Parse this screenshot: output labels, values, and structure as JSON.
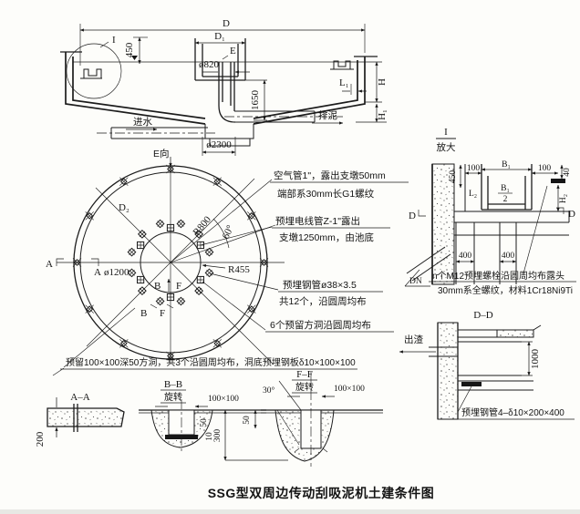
{
  "title": "SSG型双周边传动刮吸泥机土建条件图",
  "section_view": {
    "dim_d": "D",
    "dim_d1": "D₁",
    "label_e": "E",
    "detail_mark": "I",
    "dim_450": "450",
    "dim_820": "ø820",
    "dim_1650": "1650",
    "dim_l1": "L₁",
    "dim_h": "H",
    "dim_h1": "H₁",
    "inlet": "进水",
    "sludge_out": "排泥",
    "dim_2300": "ø2300",
    "view_e": "E向"
  },
  "plan_view": {
    "dim_d2": "D₂",
    "dim_r800": "R800",
    "angle_60": "60°",
    "mark_a_left": "A",
    "mark_a_right": "A",
    "dim_1200": "ø1200",
    "dim_r455": "R455",
    "mark_b_upper": "B",
    "mark_f_upper": "F",
    "mark_b_lower": "B",
    "mark_f_lower": "F"
  },
  "notes": {
    "air_pipe_line1": "空气管1\"，露出支墩50mm",
    "air_pipe_line2": "端部系30mm长G1螺纹",
    "conduit_line1": "预埋电线管Z-1\"露出",
    "conduit_line2": "支墩1250mm，由池底",
    "steel_pipe_line1": "预埋钢管ø38×3.5",
    "steel_pipe_line2": "共12个，沿圆周均布",
    "square_holes": "6个预留方洞沿圆周均布",
    "reserved_holes": "预留100×100深50方洞，共3个沿圆周均布，洞底预埋钢板δ10×100×100"
  },
  "detail_i": {
    "heading_top": "I",
    "heading_bottom": "放大",
    "dim_450": "450",
    "dim_100_left": "100",
    "dim_b1": "B₁",
    "dim_100_right": "100",
    "dim_40": "40",
    "frac_b1": "B₁",
    "frac_2": "2",
    "dim_l2": "L₂",
    "dim_h2": "H₂",
    "mark_d_left": "D",
    "mark_d_right": "D",
    "dim_400_left": "400",
    "dim_400_right": "400",
    "dn_label": "DN",
    "bolt_note_line1": "n个M12预埋螺栓沿圆周均布露头",
    "bolt_note_line2": "30mm系全螺纹，材料1Cr18Ni9Ti"
  },
  "dd_section": {
    "heading": "D–D",
    "outlet": "出渣",
    "dim_1000": "1000",
    "note": "预埋钢管4–δ10×200×400"
  },
  "aa_section": {
    "heading": "A–A",
    "dim_200": "200"
  },
  "bb_section": {
    "heading": "B–B",
    "rotate_label": "旋转",
    "dim_100": "100×100",
    "dim_50": "50",
    "dim_10": "10"
  },
  "ff_section": {
    "heading": "F–F",
    "rotate_label": "旋转",
    "dim_100": "100×100",
    "angle_30": "30°",
    "dim_300": "300",
    "dim_50": "50"
  }
}
